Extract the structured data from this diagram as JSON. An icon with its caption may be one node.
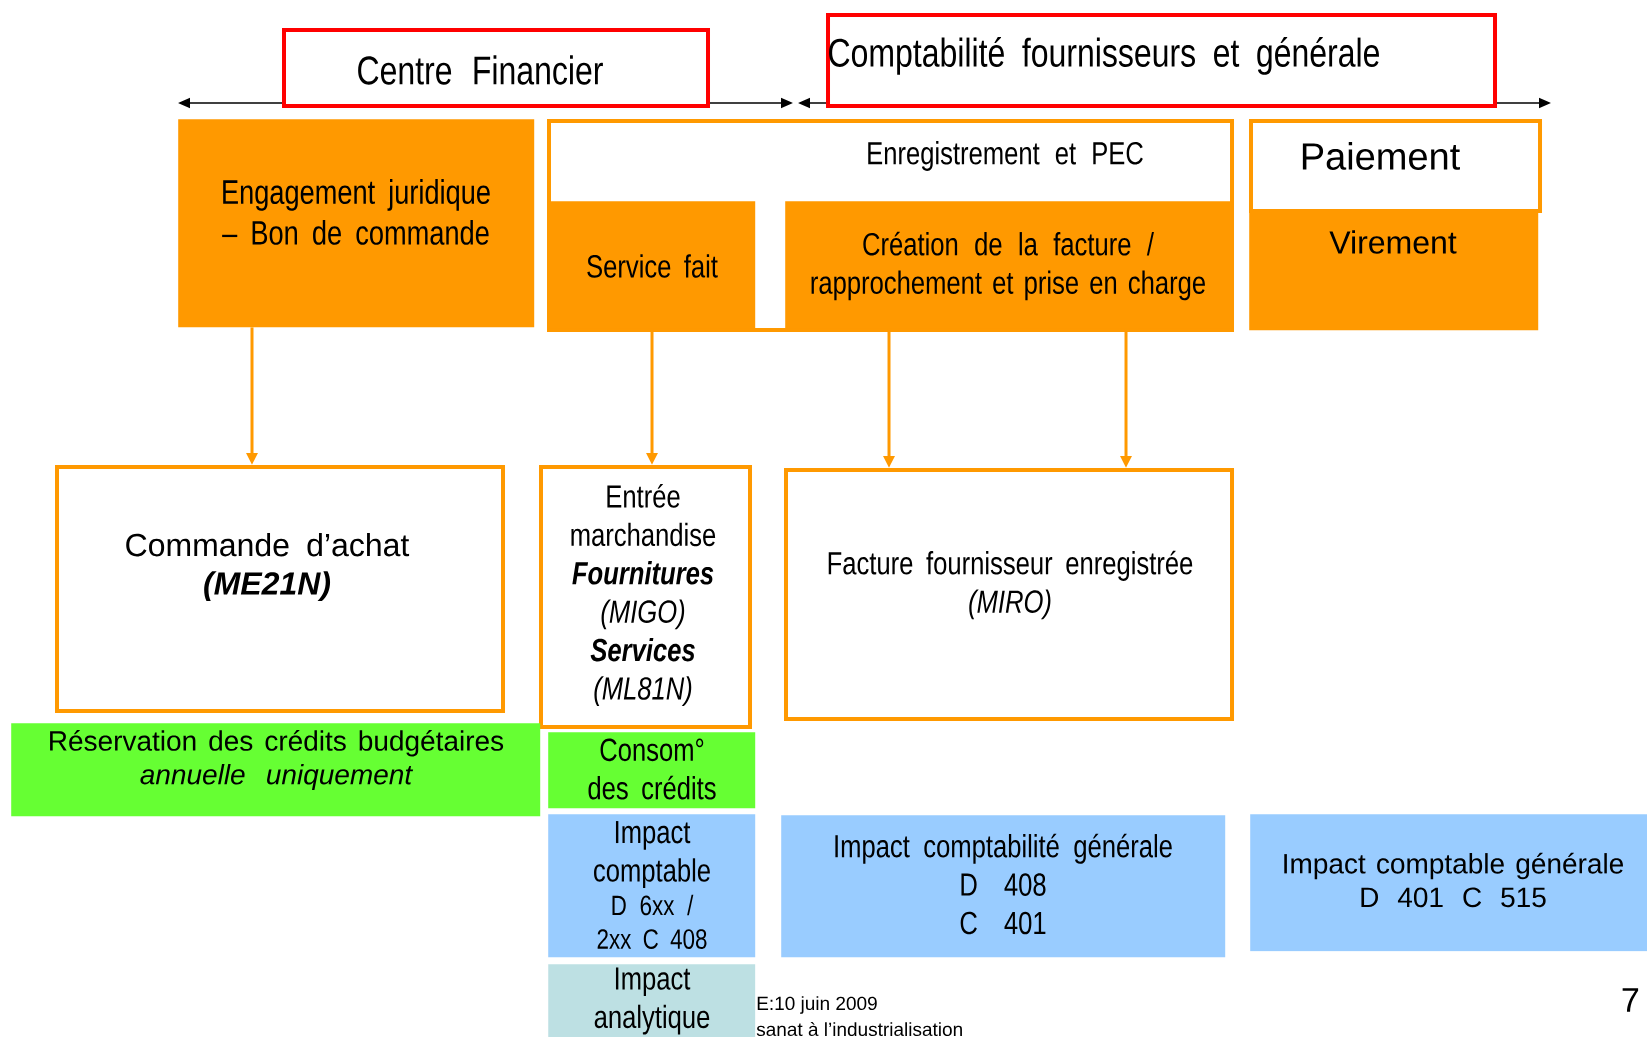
{
  "diagram": {
    "nodes": [
      {
        "text": [
          "Centre Financier"
        ]
      },
      {
        "text": [
          "Comptabilité fournisseurs et générale"
        ]
      },
      {
        "text": [
          "Engagement juridique – Bon de commande"
        ]
      },
      {
        "text": [
          "Enregistrement et PEC"
        ]
      },
      {
        "text": [
          "Service fait"
        ],
        "in": 3
      },
      {
        "text": [
          "Création de la facture / rapprochement et prise en charge"
        ],
        "in": 3
      },
      {
        "text": [
          "Paiement"
        ]
      },
      {
        "text": [
          "Virement"
        ]
      },
      {
        "text": [
          "Commande d’achat",
          "(ME21N)"
        ]
      },
      {
        "text": [
          "Entrée marchandise",
          "Fournitures",
          "(MIGO)",
          "Services",
          "(ML81N)"
        ]
      },
      {
        "text": [
          "Facture fournisseur enregistrée",
          "(MIRO)"
        ]
      },
      {
        "text": [
          "Réservation des crédits budgétaires",
          "annuelle uniquement"
        ]
      },
      {
        "text": [
          "Consom° des crédits"
        ]
      },
      {
        "text": [
          "Impact comptable",
          "D 6xx / 2xx C 408"
        ]
      },
      {
        "text": [
          "Impact comptabilité générale",
          "D 408",
          "C 401"
        ]
      },
      {
        "text": [
          "Impact comptable générale",
          "D 401 C 515"
        ]
      },
      {
        "text": [
          "Impact analytique"
        ]
      }
    ],
    "edges": [
      {
        "from": 2,
        "to": 8,
        "arrow": "to"
      },
      {
        "from": 4,
        "to": 9,
        "arrow": "to"
      },
      {
        "from": 5,
        "to": 10,
        "arrow": "to"
      },
      {
        "from": 5,
        "to": 10,
        "arrow": "to"
      }
    ],
    "labels": [
      "E:10 juin 2009",
      "sanat à l’industrialisation",
      "7"
    ]
  }
}
